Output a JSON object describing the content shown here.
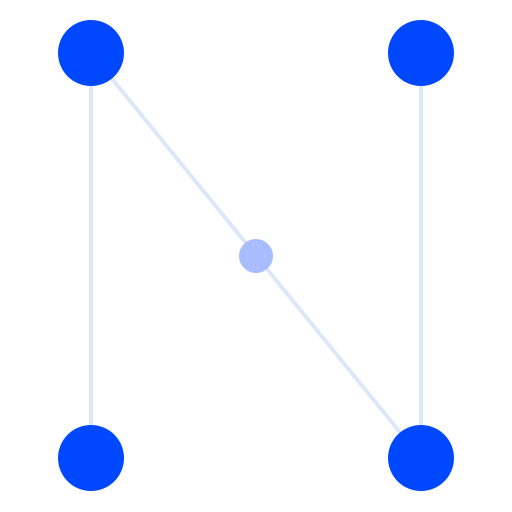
{
  "nodes": {
    "top_left": {
      "id": "top-left"
    },
    "top_right": {
      "id": "top-right"
    },
    "center": {
      "id": "center"
    },
    "bottom_left": {
      "id": "bottom-left"
    },
    "bottom_right": {
      "id": "bottom-right"
    }
  },
  "colors": {
    "node": "#0048FF",
    "center_node": "#A9BDFE",
    "edge": "#DCE8F7",
    "background": "#FFFFFF"
  }
}
